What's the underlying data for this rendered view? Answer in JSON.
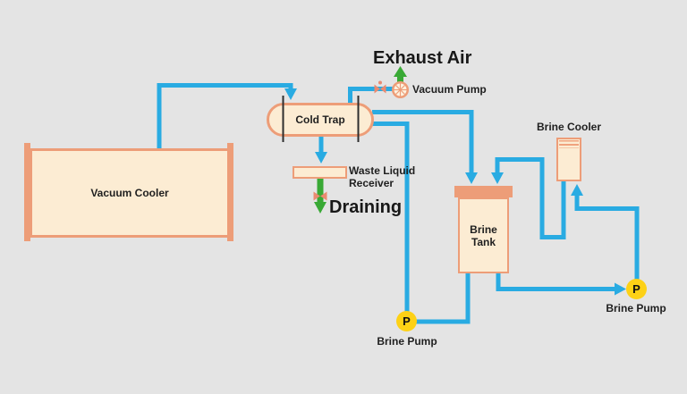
{
  "colors": {
    "background": "#e4e4e4",
    "pipe_blue": "#29abe2",
    "equipment_fill": "#fcecd3",
    "equipment_border": "#ed9d78",
    "exhaust_green": "#39a935",
    "pump_yellow": "#fdd116",
    "text": "#1f1f1f"
  },
  "annotations": {
    "exhaust_air": "Exhaust Air",
    "draining": "Draining"
  },
  "equipment": {
    "vacuum_cooler": {
      "label": "Vacuum Cooler"
    },
    "cold_trap": {
      "label": "Cold Trap"
    },
    "waste_liquid_receiver": {
      "label_line1": "Waste Liquid",
      "label_line2": "Receiver"
    },
    "brine_tank": {
      "label_line1": "Brine",
      "label_line2": "Tank"
    },
    "brine_cooler": {
      "label": "Brine Cooler"
    },
    "vacuum_pump": {
      "label": "Vacuum Pump"
    },
    "brine_pump_left": {
      "label": "Brine Pump",
      "symbol": "P"
    },
    "brine_pump_right": {
      "label": "Brine Pump",
      "symbol": "P"
    }
  }
}
